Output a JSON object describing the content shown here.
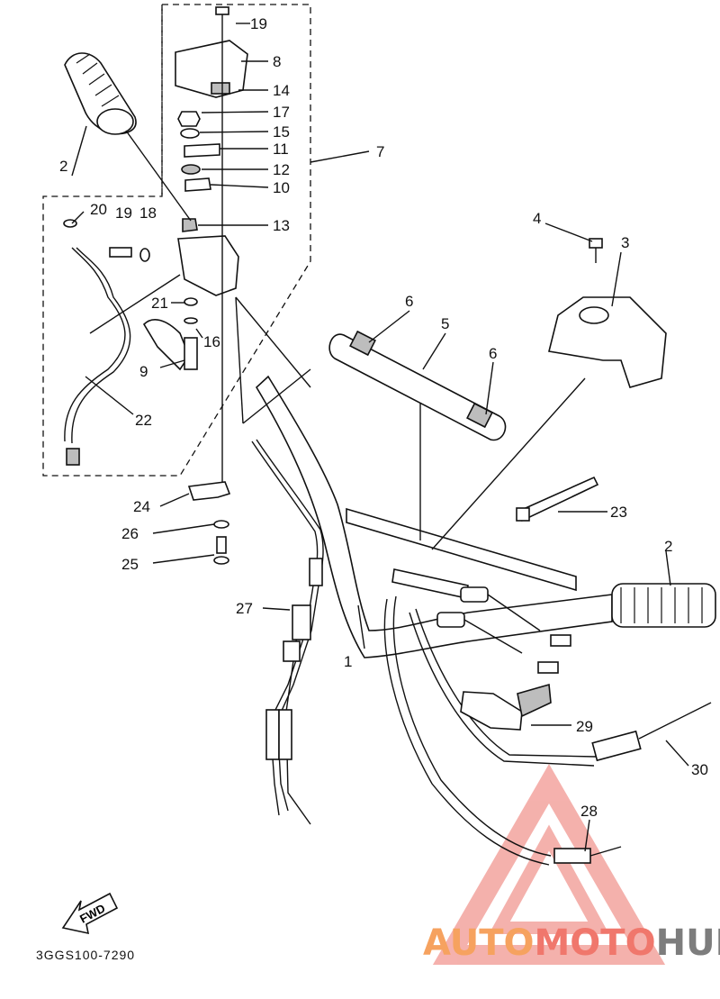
{
  "labels": {
    "p1": "1",
    "p2a": "2",
    "p2b": "2",
    "p3": "3",
    "p4": "4",
    "p5": "5",
    "p6a": "6",
    "p6b": "6",
    "p7": "7",
    "p8": "8",
    "p9": "9",
    "p10": "10",
    "p11": "11",
    "p12": "12",
    "p13": "13",
    "p14": "14",
    "p15": "15",
    "p16": "16",
    "p17": "17",
    "p18": "18",
    "p19": "19",
    "p19b": "19",
    "p20": "20",
    "p21": "21",
    "p22": "22",
    "p23": "23",
    "p24": "24",
    "p25": "25",
    "p26": "26",
    "p27": "27",
    "p28": "28",
    "p29": "29",
    "p30": "30"
  },
  "fwd": "FWD",
  "diagram_code": "3GGS100-7290",
  "watermark": {
    "part1": "AUTO",
    "part2": "MOTO",
    "part3": "HUB"
  },
  "colors": {
    "line": "#111111",
    "wm_orange": "#f6a25f",
    "wm_red": "#f0776c",
    "wm_gray": "#7d7d7d"
  }
}
